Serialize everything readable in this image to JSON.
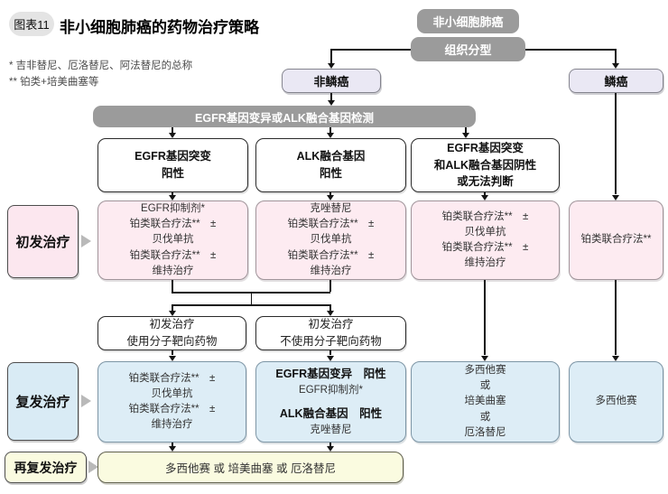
{
  "figure": {
    "badge": "图表11",
    "title": "非小细胞肺癌的药物治疗策略",
    "footnote_1": "*  吉非替尼、厄洛替尼、阿法替尼的总称",
    "footnote_2": "** 铂类+培美曲塞等"
  },
  "colors": {
    "gray_node": "#9b9b9b",
    "lavender_node": "#eae8f4",
    "pink_node": "#fdebf1",
    "blue_node": "#ddedf6",
    "yellow_node": "#fafbe0",
    "line": "#141414"
  },
  "top_flow": {
    "root": "非小细胞肺癌",
    "histology": "组织分型",
    "nonsquamous": "非鳞癌",
    "squamous": "鳞癌",
    "gene_test_bar": "EGFR基因变异或ALK融合基因检测"
  },
  "subtype_headers": {
    "egfr_positive": "EGFR基因突变\n阳性",
    "alk_positive": "ALK融合基因\n阳性",
    "both_negative": "EGFR基因突变\n和ALK融合基因阴性\n或无法判断"
  },
  "stage_labels": {
    "initial": "初发治疗",
    "relapse": "复发治疗",
    "second_relapse": "再复发治疗"
  },
  "initial_treatment": {
    "egfr": "EGFR抑制剂*\n铂类联合疗法**　±\n贝伐单抗\n铂类联合疗法**　±\n维持治疗",
    "alk": "克唑替尼\n铂类联合疗法**　±\n贝伐单抗\n铂类联合疗法**　±\n维持治疗",
    "negative": "铂类联合疗法**　±\n贝伐单抗\n铂类联合疗法**　±\n维持治疗",
    "squamous": "铂类联合疗法**"
  },
  "interim": {
    "targeted": "初发治疗\n使用分子靶向药物",
    "not_targeted": "初发治疗\n不使用分子靶向药物"
  },
  "relapse_treatment": {
    "after_targeted": "铂类联合疗法**　±\n贝伐单抗\n铂类联合疗法**　±\n维持治疗",
    "after_chemo": {
      "egfr_header": "EGFR基因变异　阳性",
      "egfr_drug": "EGFR抑制剂*",
      "alk_header": "ALK融合基因　阳性",
      "alk_drug": "克唑替尼"
    },
    "negative": "多西他赛\n或\n培美曲塞\n或\n厄洛替尼",
    "squamous": "多西他赛"
  },
  "second_relapse_treatment": {
    "options": "多西他赛 或 培美曲塞 或 厄洛替尼"
  }
}
